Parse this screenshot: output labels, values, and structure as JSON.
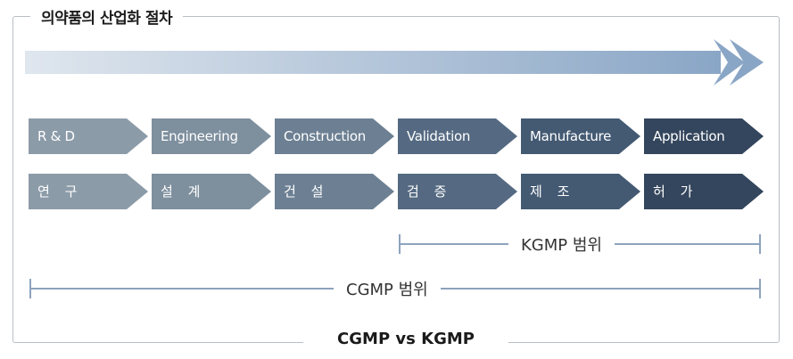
{
  "title": "의약품의 산업화 절차",
  "caption": "CGMP vs KGMP",
  "colors": {
    "arrow_start": "#dfe6ee",
    "arrow_end": "#8aa6c6",
    "stage_colors": [
      "#8c9ba8",
      "#7e8f9e",
      "#6d8093",
      "#556a82",
      "#445a73",
      "#34465d"
    ],
    "range_line": "#8ea3bd"
  },
  "stages_en": [
    "R & D",
    "Engineering",
    "Construction",
    "Validation",
    "Manufacture",
    "Application"
  ],
  "stages_ko": [
    "연 구",
    "설 계",
    "건 설",
    "검 증",
    "제 조",
    "허 가"
  ],
  "ranges": {
    "kgmp": {
      "label": "KGMP 범위"
    },
    "cgmp": {
      "label": "CGMP 범위"
    }
  }
}
